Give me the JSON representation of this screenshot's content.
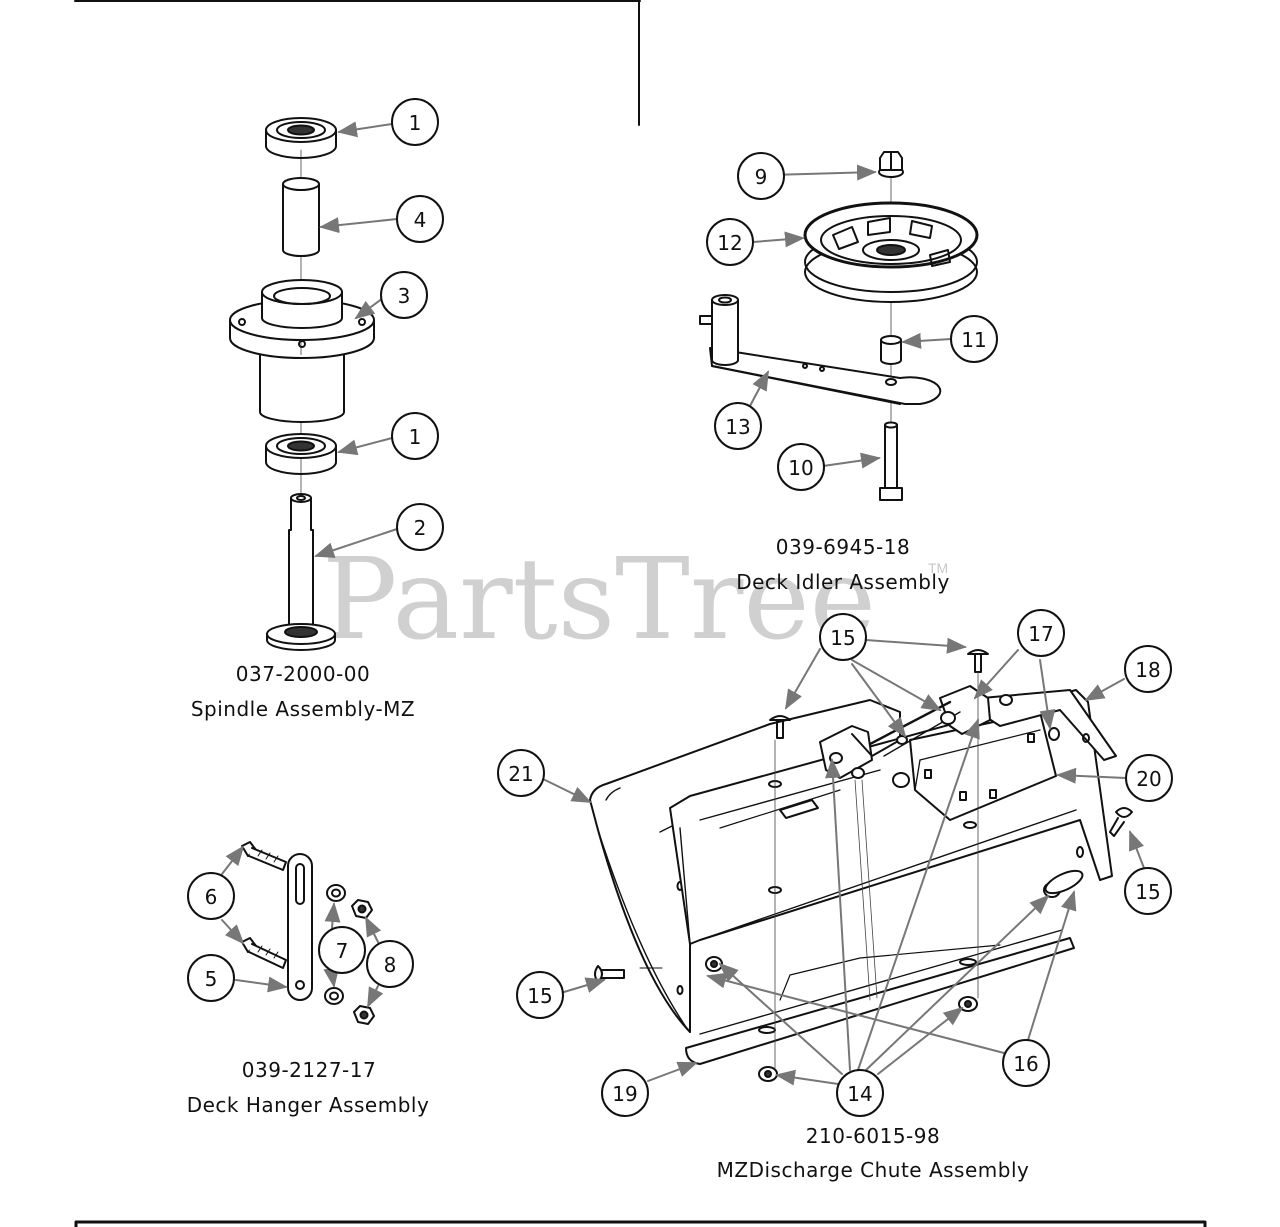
{
  "watermark": {
    "brand": "PartsTree",
    "trademark": "TM"
  },
  "assemblies": [
    {
      "part_number": "037-2000-00",
      "name": "Spindle Assembly-MZ"
    },
    {
      "part_number": "039-6945-18",
      "name": "Deck Idler Assembly"
    },
    {
      "part_number": "039-2127-17",
      "name": "Deck Hanger Assembly"
    },
    {
      "part_number": "210-6015-98",
      "name": "MZDischarge Chute Assembly"
    }
  ],
  "callouts": [
    "1",
    "4",
    "3",
    "1",
    "2",
    "9",
    "12",
    "11",
    "13",
    "10",
    "6",
    "5",
    "7",
    "8",
    "15",
    "17",
    "18",
    "21",
    "20",
    "15",
    "15",
    "16",
    "19",
    "14"
  ]
}
